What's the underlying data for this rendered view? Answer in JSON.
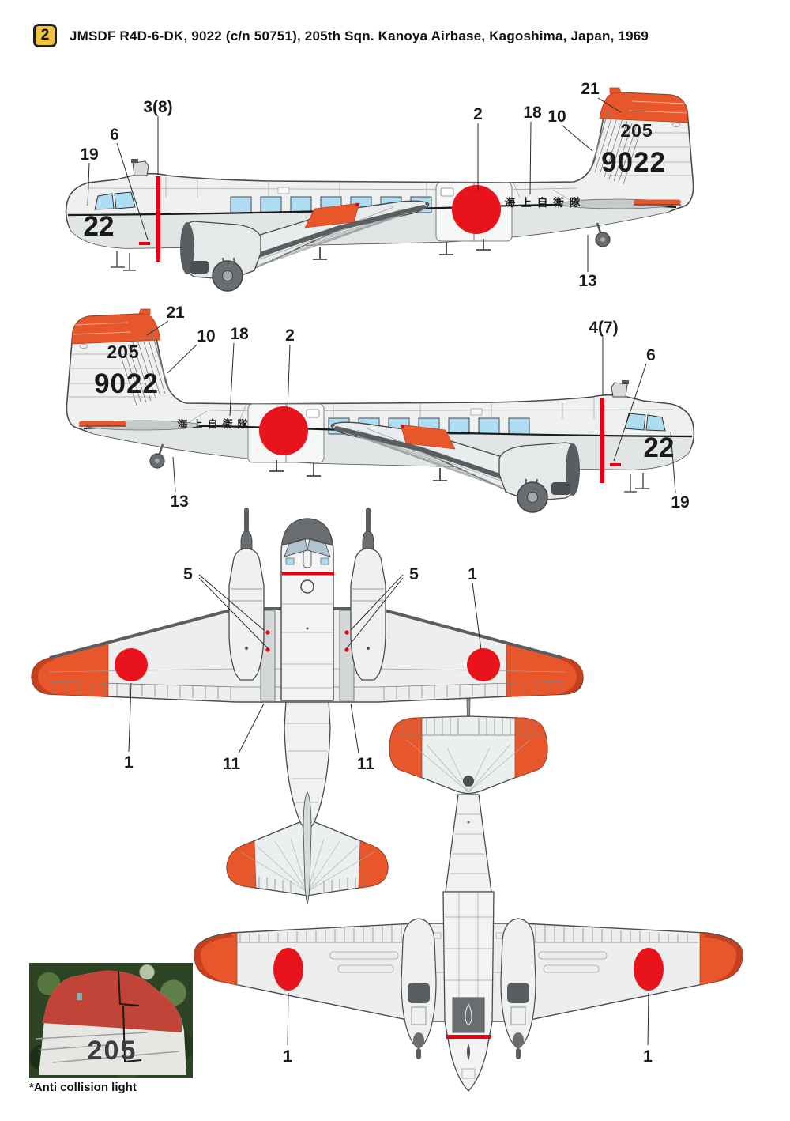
{
  "header": {
    "index": "2",
    "title": "JMSDF R4D-6-DK, 9022 (c/n 50751), 205th Sqn. Kanoya Airbase, Kagoshima, Japan, 1969"
  },
  "markings": {
    "nose_number": "22",
    "tail_code": "205",
    "serial": "9022",
    "fuselage_titles": "海上自衛隊"
  },
  "views": {
    "side_starboard": {
      "callouts": {
        "c19": "19",
        "c6": "6",
        "c3": "3(8)",
        "c2": "2",
        "c18": "18",
        "c10": "10",
        "c21": "21",
        "c13": "13"
      }
    },
    "side_port": {
      "callouts": {
        "c21": "21",
        "c10": "10",
        "c18": "18",
        "c2": "2",
        "c4": "4(7)",
        "c6": "6",
        "c13": "13",
        "c19": "19"
      }
    },
    "top": {
      "callouts": {
        "c5_left": "5",
        "c5_right": "5",
        "c1_right": "1",
        "c1_left": "1",
        "c11_left": "11",
        "c11_right": "11"
      }
    },
    "bottom": {
      "callouts": {
        "c1_left": "1",
        "c1_right": "1"
      }
    }
  },
  "photo": {
    "tail_number": "205",
    "caption": "*Anti collision light"
  },
  "colors": {
    "roundel_red": "#e8131b",
    "stripe_red": "#e60012",
    "trim_orange": "#e8572b",
    "trim_orange_dark": "#c6401e",
    "window_blue": "#aedcf2",
    "header_yellow": "#f2c23e",
    "line_gray": "#4a4a4a"
  }
}
